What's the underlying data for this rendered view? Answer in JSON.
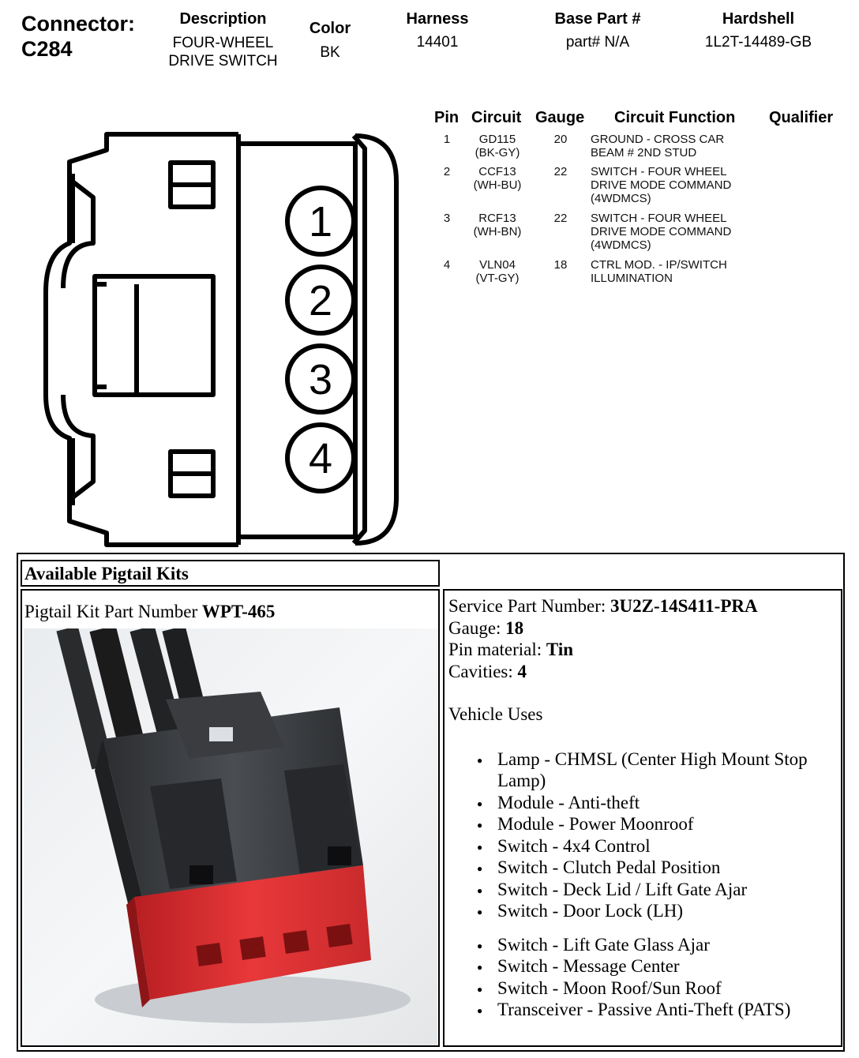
{
  "header": {
    "connector_label": "Connector:",
    "connector_id": "C284",
    "description": {
      "label": "Description",
      "line1": "FOUR-WHEEL",
      "line2": "DRIVE SWITCH"
    },
    "color": {
      "label": "Color",
      "value": "BK"
    },
    "harness": {
      "label": "Harness",
      "value": "14401"
    },
    "base_part": {
      "label": "Base Part #",
      "value": "part# N/A"
    },
    "hardshell": {
      "label": "Hardshell",
      "value": "1L2T-14489-GB"
    }
  },
  "pin_table": {
    "headers": {
      "pin": "Pin",
      "circuit": "Circuit",
      "gauge": "Gauge",
      "function": "Circuit Function",
      "qualifier": "Qualifier"
    },
    "rows": [
      {
        "pin": "1",
        "circuit": "GD115",
        "color": "(BK-GY)",
        "gauge": "20",
        "f1": "GROUND - CROSS CAR",
        "f2": "BEAM # 2ND STUD",
        "f3": ""
      },
      {
        "pin": "2",
        "circuit": "CCF13",
        "color": "(WH-BU)",
        "gauge": "22",
        "f1": "SWITCH - FOUR WHEEL",
        "f2": "DRIVE MODE COMMAND",
        "f3": "(4WDMCS)"
      },
      {
        "pin": "3",
        "circuit": "RCF13",
        "color": "(WH-BN)",
        "gauge": "22",
        "f1": "SWITCH - FOUR WHEEL",
        "f2": "DRIVE MODE COMMAND",
        "f3": "(4WDMCS)"
      },
      {
        "pin": "4",
        "circuit": "VLN04",
        "color": "(VT-GY)",
        "gauge": "18",
        "f1": "CTRL MOD. - IP/SWITCH",
        "f2": "ILLUMINATION",
        "f3": ""
      }
    ]
  },
  "diagram": {
    "pins": [
      "1",
      "2",
      "3",
      "4"
    ]
  },
  "pigtail": {
    "section_title": "Available Pigtail Kits",
    "kit_label": "Pigtail Kit Part Number ",
    "kit_number": "WPT-465",
    "service_label": "Service Part Number: ",
    "service_value": "3U2Z-14S411-PRA",
    "gauge_label": "Gauge: ",
    "gauge_value": "18",
    "pin_material_label": "Pin material: ",
    "pin_material_value": "Tin",
    "cavities_label": "Cavities: ",
    "cavities_value": "4",
    "vehicle_uses_title": "Vehicle Uses",
    "uses_group1": [
      "Lamp - CHMSL (Center High Mount Stop Lamp)",
      "Module - Anti-theft",
      "Module - Power Moonroof",
      "Switch - 4x4 Control",
      "Switch - Clutch Pedal Position",
      "Switch - Deck Lid / Lift Gate Ajar",
      "Switch - Door Lock (LH)"
    ],
    "uses_group2": [
      "Switch - Lift Gate Glass Ajar",
      "Switch - Message Center",
      "Switch - Moon Roof/Sun Roof",
      "Transceiver - Passive Anti-Theft (PATS)"
    ]
  }
}
